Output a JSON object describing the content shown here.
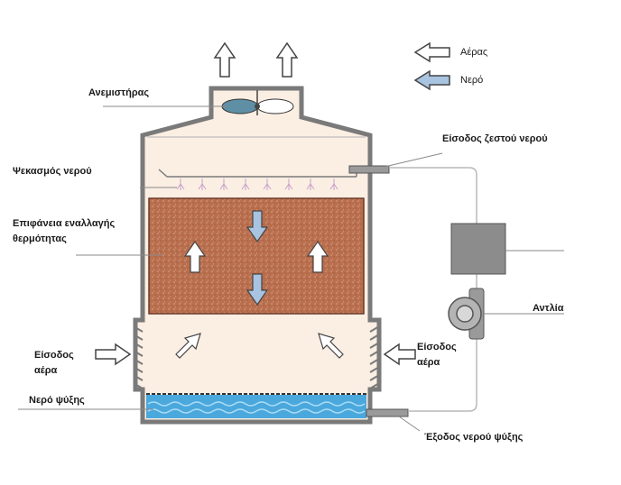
{
  "legend": {
    "air": "Αέρας",
    "water": "Νερό"
  },
  "labels": {
    "fan": "Ανεμιστήρας",
    "hot_water_inlet": "Είσοδος ζεστού νερού",
    "water_spray": "Ψεκασμός νερού",
    "heat_exchange_surface_line1": "Επιφάνεια εναλλαγής",
    "heat_exchange_surface_line2": "θερμότητας",
    "pump": "Αντλία",
    "air_inlet_left_line1": "Είσοδος",
    "air_inlet_left_line2": "αέρα",
    "air_inlet_right_line1": "Είσοδος",
    "air_inlet_right_line2": "αέρα",
    "cooling_water": "Νερό ψύξης",
    "cooled_water_outlet": "Έξοδος νερού ψύξης"
  },
  "colors": {
    "tower_fill": "#fbeee3",
    "fill_media": "#b96f4e",
    "outline": "#7a7a7a",
    "water": "#4aa8dc",
    "water_arrow": "#a9c4e0",
    "fan_blade": "#5f8fa4",
    "pump_box": "#8c8c8c"
  }
}
